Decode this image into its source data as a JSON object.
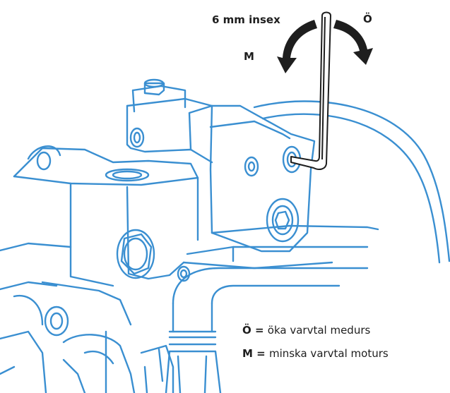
{
  "labels": {
    "tool": "6 mm insex",
    "clockwise_key": "Ö",
    "counterclockwise_key": "M"
  },
  "legend": [
    {
      "key": "Ö",
      "sep": " = ",
      "text": "öka varvtal medurs"
    },
    {
      "key": "M",
      "sep": " = ",
      "text": "minska varvtal moturs"
    }
  ],
  "colors": {
    "line": "#3a8fd1",
    "arrow": "#1e1e1e",
    "text": "#1e1e1e",
    "background": "#ffffff"
  },
  "icons": {
    "tool": "hex-key-icon",
    "rotate_cw": "rotate-clockwise-arrow-icon",
    "rotate_ccw": "rotate-counterclockwise-arrow-icon"
  }
}
